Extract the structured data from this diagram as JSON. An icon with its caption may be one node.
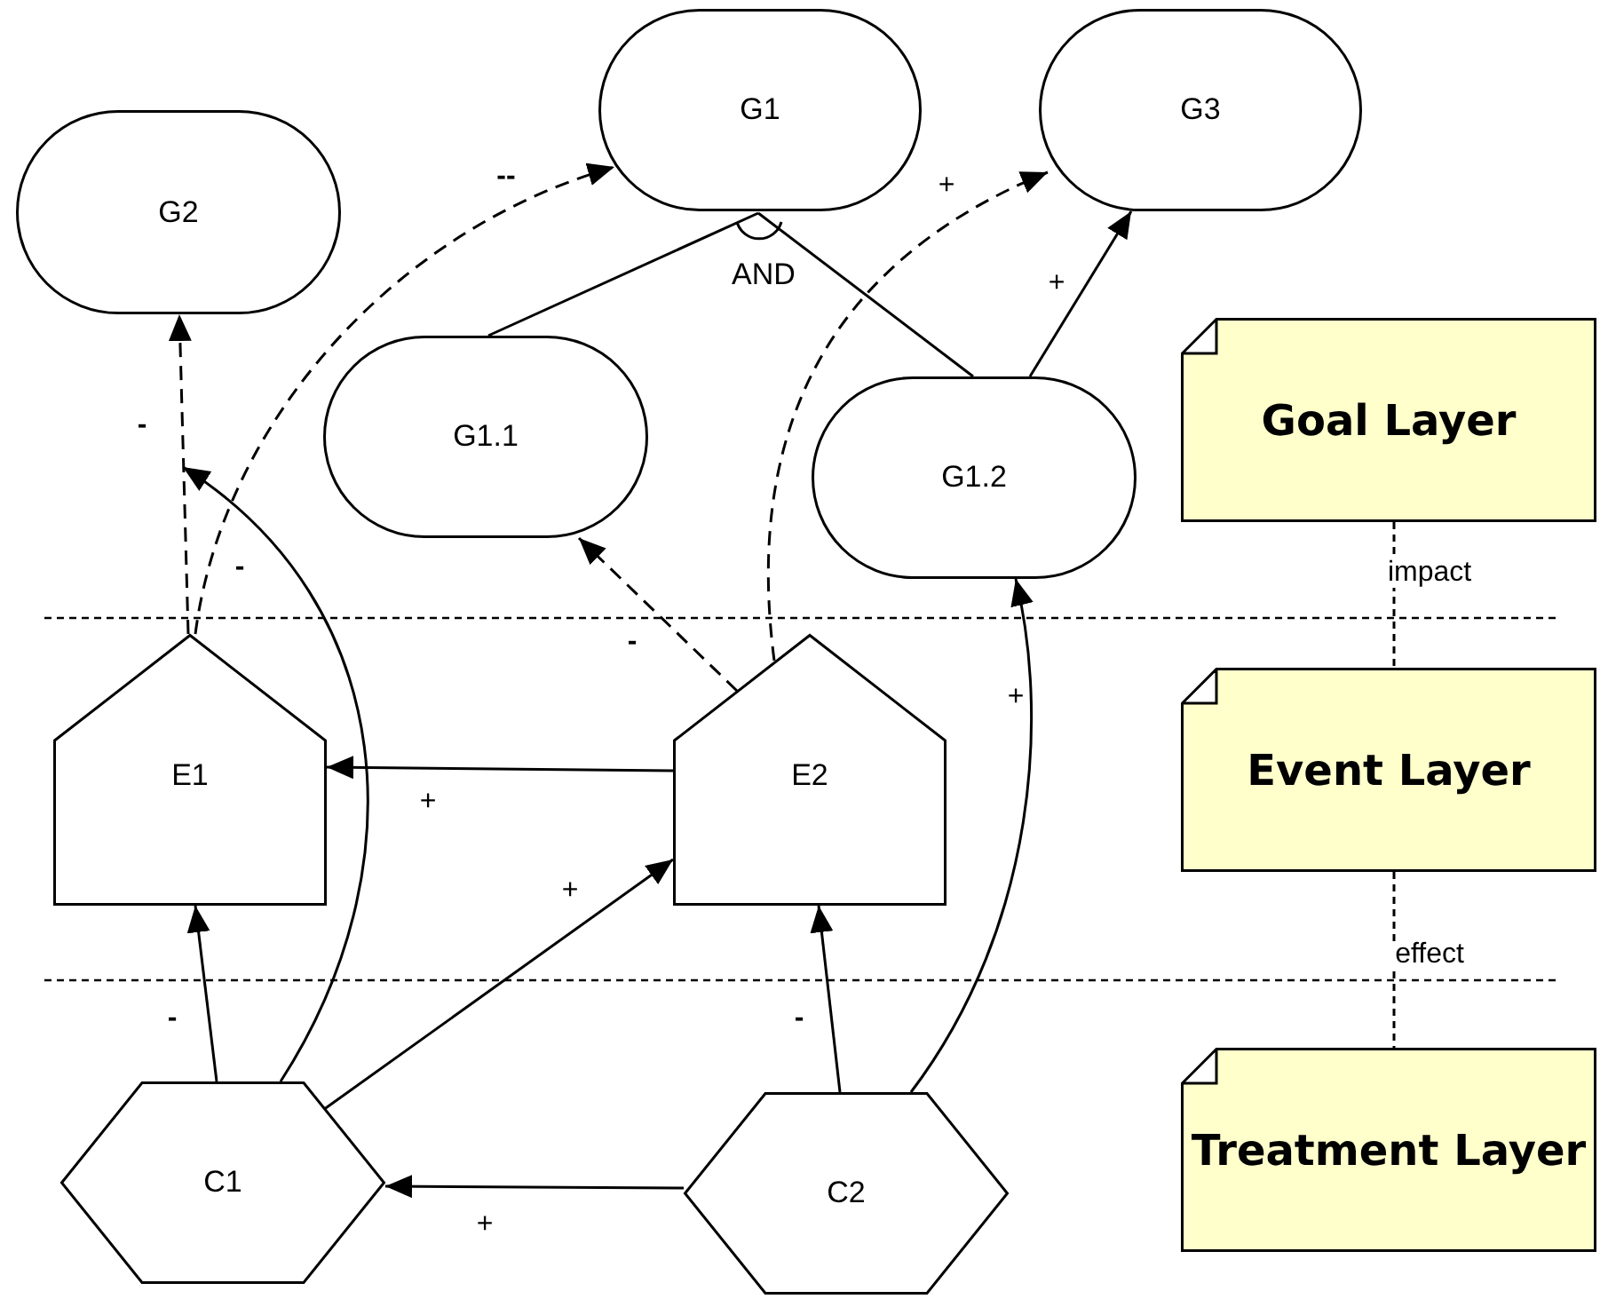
{
  "diagram": {
    "nodes": [
      {
        "text": [
          "G2"
        ]
      },
      {
        "text": [
          "G1"
        ]
      },
      {
        "text": [
          "G3"
        ]
      },
      {
        "text": [
          "G1.1"
        ]
      },
      {
        "text": [
          "G1.2"
        ]
      },
      {
        "text": [
          "Goal Layer"
        ]
      },
      {
        "text": [
          "E1"
        ]
      },
      {
        "text": [
          "E2"
        ]
      },
      {
        "text": [
          "Event Layer"
        ]
      },
      {
        "text": [
          "C1"
        ]
      },
      {
        "text": [
          "C2"
        ]
      },
      {
        "text": [
          "Treatment Layer"
        ]
      }
    ],
    "edges": [
      {
        "from": 3,
        "to": 1,
        "arrow": "none"
      },
      {
        "from": 4,
        "to": 1,
        "arrow": "none"
      },
      {
        "from": 4,
        "to": 2,
        "arrow": "to",
        "label": "+"
      },
      {
        "from": 6,
        "to": 0,
        "arrow": "to",
        "label": "-",
        "style": "dashed"
      },
      {
        "from": 6,
        "to": 1,
        "arrow": "to",
        "label": "--",
        "style": "dashed"
      },
      {
        "from": 7,
        "to": 3,
        "arrow": "to",
        "label": "-",
        "style": "dashed"
      },
      {
        "from": 7,
        "to": 2,
        "arrow": "to",
        "label": "+",
        "style": "dashed"
      },
      {
        "from": 7,
        "to": 6,
        "arrow": "to",
        "label": "+"
      },
      {
        "from": 9,
        "to": 6,
        "arrow": "to",
        "label": "-"
      },
      {
        "from": 9,
        "to": null,
        "arrow": "to",
        "label": "-"
      },
      {
        "from": 9,
        "to": 7,
        "arrow": "to",
        "label": "+"
      },
      {
        "from": 10,
        "to": 7,
        "arrow": "to",
        "label": "-"
      },
      {
        "from": 10,
        "to": 4,
        "arrow": "to",
        "label": "+"
      },
      {
        "from": 10,
        "to": 9,
        "arrow": "to",
        "label": "+"
      },
      {
        "from": 5,
        "to": 8,
        "arrow": "none",
        "label": "impact",
        "style": "dashed"
      },
      {
        "from": 8,
        "to": 11,
        "arrow": "none",
        "label": "effect",
        "style": "dashed"
      }
    ],
    "labels": [
      "AND"
    ]
  }
}
